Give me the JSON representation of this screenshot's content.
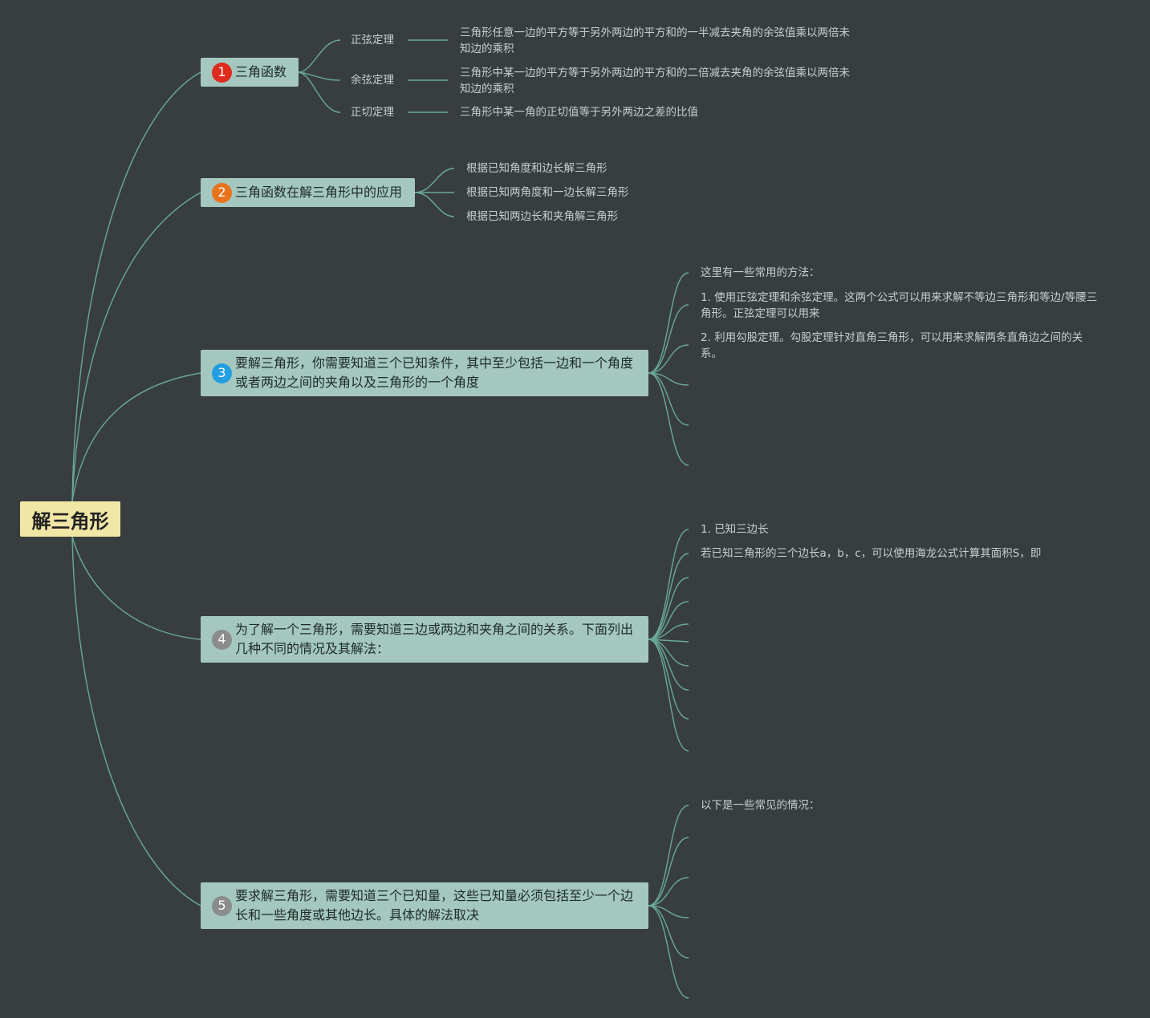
{
  "root": {
    "label": "解三角形"
  },
  "colors": {
    "root_bg": "#f0e6a6",
    "node_bg": "#a4c8bf",
    "edge": "#6aa898",
    "canvas": "#383e40"
  },
  "branches": [
    {
      "badge": "1",
      "badge_color": "#e02a1e",
      "label": "三角函数",
      "children": [
        {
          "label": "正弦定理",
          "detail": "三角形任意一边的平方等于另外两边的平方和的一半减去夹角的余弦值乘以两倍未知边的乘积"
        },
        {
          "label": "余弦定理",
          "detail": "三角形中某一边的平方等于另外两边的平方和的二倍减去夹角的余弦值乘以两倍未知边的乘积"
        },
        {
          "label": "正切定理",
          "detail": "三角形中某一角的正切值等于另外两边之差的比值"
        }
      ]
    },
    {
      "badge": "2",
      "badge_color": "#e8731c",
      "label": "三角函数在解三角形中的应用",
      "children": [
        {
          "label": "根据已知角度和边长解三角形"
        },
        {
          "label": "根据已知两角度和一边长解三角形"
        },
        {
          "label": "根据已知两边长和夹角解三角形"
        }
      ]
    },
    {
      "badge": "3",
      "badge_color": "#239ee0",
      "label": "要解三角形，你需要知道三个已知条件，其中至少包括一边和一个角度或者两边之间的夹角以及三角形的一个角度",
      "children": [
        {
          "label": "这里有一些常用的方法："
        },
        {
          "label": "1. 使用正弦定理和余弦定理。这两个公式可以用来求解不等边三角形和等边/等腰三角形。正弦定理可以用来"
        },
        {
          "label": "2. 利用勾股定理。勾股定理针对直角三角形，可以用来求解两条直角边之间的关系。"
        }
      ]
    },
    {
      "badge": "4",
      "badge_color": "#8c8c8c",
      "label": "为了解一个三角形，需要知道三边或两边和夹角之间的关系。下面列出几种不同的情况及其解法：",
      "children": [
        {
          "label": "1. 已知三边长"
        },
        {
          "label": "若已知三角形的三个边长a，b，c，可以使用海龙公式计算其面积S，即"
        }
      ]
    },
    {
      "badge": "5",
      "badge_color": "#8c8c8c",
      "label": "要求解三角形，需要知道三个已知量，这些已知量必须包括至少一个边长和一些角度或其他边长。具体的解法取决",
      "children": [
        {
          "label": "以下是一些常见的情况："
        }
      ]
    }
  ]
}
